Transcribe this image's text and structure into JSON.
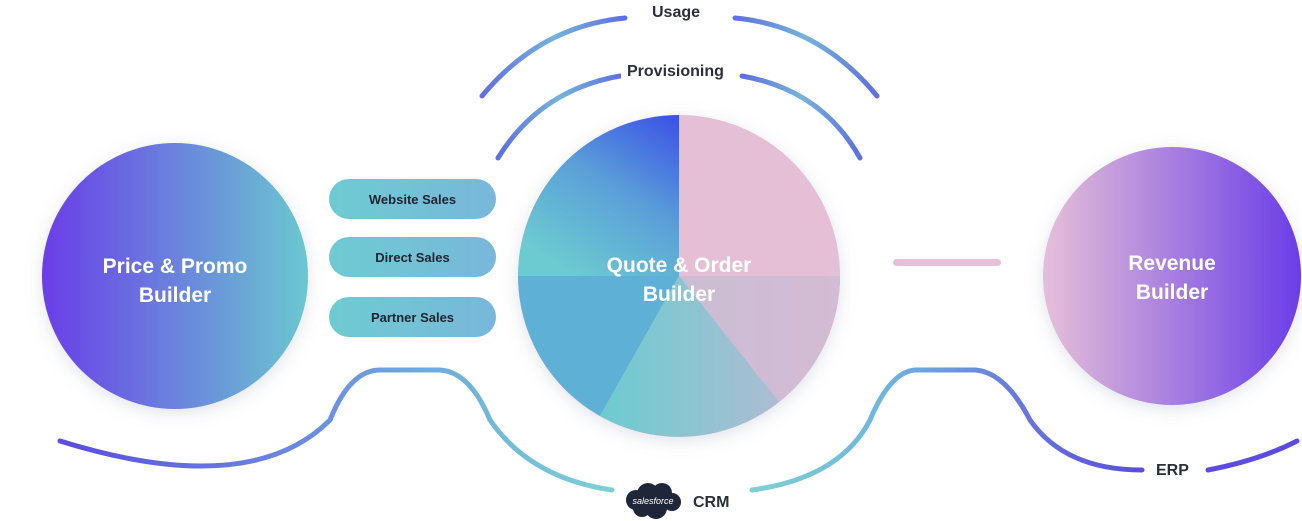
{
  "nodes": {
    "price_promo": {
      "line1": "Price & Promo",
      "line2": "Builder"
    },
    "quote_order": {
      "line1": "Quote & Order",
      "line2": "Builder"
    },
    "revenue": {
      "line1": "Revenue",
      "line2": "Builder"
    }
  },
  "channels": [
    "Website Sales",
    "Direct Sales",
    "Partner Sales"
  ],
  "integrations": {
    "usage": "Usage",
    "provisioning": "Provisioning",
    "crm": "CRM",
    "erp": "ERP",
    "salesforce_logo": "salesforce"
  },
  "colors": {
    "purple": "#6a3de8",
    "teal": "#6cc9d0",
    "pink": "#e3bfd6",
    "blue": "#3c55e8",
    "text_dark": "#2b2f3a"
  }
}
